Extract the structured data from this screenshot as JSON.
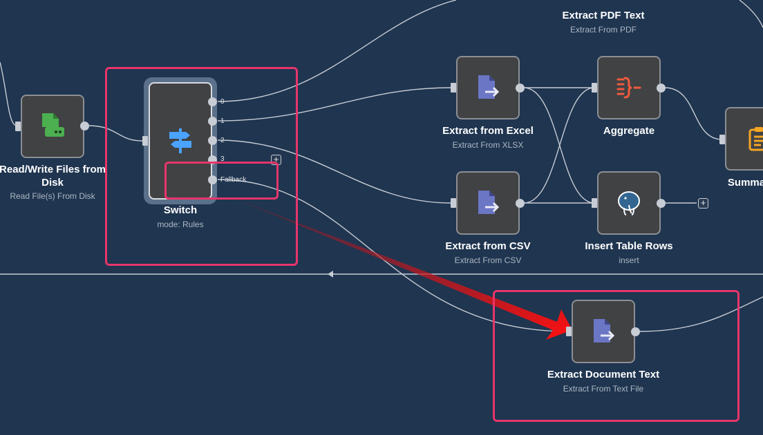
{
  "nodes": {
    "read_write": {
      "title_line1": "Read/Write Files from",
      "title_line2": "Disk",
      "subtitle": "Read File(s) From Disk",
      "icon": "file-disk-icon"
    },
    "switch": {
      "title": "Switch",
      "subtitle": "mode: Rules",
      "icon": "signpost-icon",
      "ports": {
        "p0": "0",
        "p1": "1",
        "p2": "2",
        "p3": "3",
        "fallback": "Fallback"
      }
    },
    "extract_pdf": {
      "title": "Extract PDF Text",
      "subtitle": "Extract From PDF"
    },
    "extract_excel": {
      "title": "Extract from Excel",
      "subtitle": "Extract From XLSX",
      "icon": "file-export-icon"
    },
    "extract_csv": {
      "title": "Extract from CSV",
      "subtitle": "Extract From CSV",
      "icon": "file-export-icon"
    },
    "aggregate": {
      "title": "Aggregate",
      "subtitle": "",
      "icon": "aggregate-icon"
    },
    "insert_rows": {
      "title": "Insert Table Rows",
      "subtitle": "insert",
      "icon": "postgres-elephant-icon"
    },
    "summary": {
      "title": "Summa",
      "icon": "clipboard-icon"
    },
    "extract_doc": {
      "title": "Extract Document Text",
      "subtitle": "Extract From Text File",
      "icon": "file-export-icon"
    }
  },
  "plus_symbol": "+",
  "colors": {
    "canvas": "#1f3550",
    "node_bg": "#414244",
    "highlight": "#e8356b",
    "arrow": "#e0101a",
    "file_icon": "#6b76c4",
    "disk_icon": "#4caf50",
    "switch_icon": "#4aa3ff",
    "aggregate_icon": "#f05a3c",
    "clipboard_icon": "#f5a623"
  }
}
